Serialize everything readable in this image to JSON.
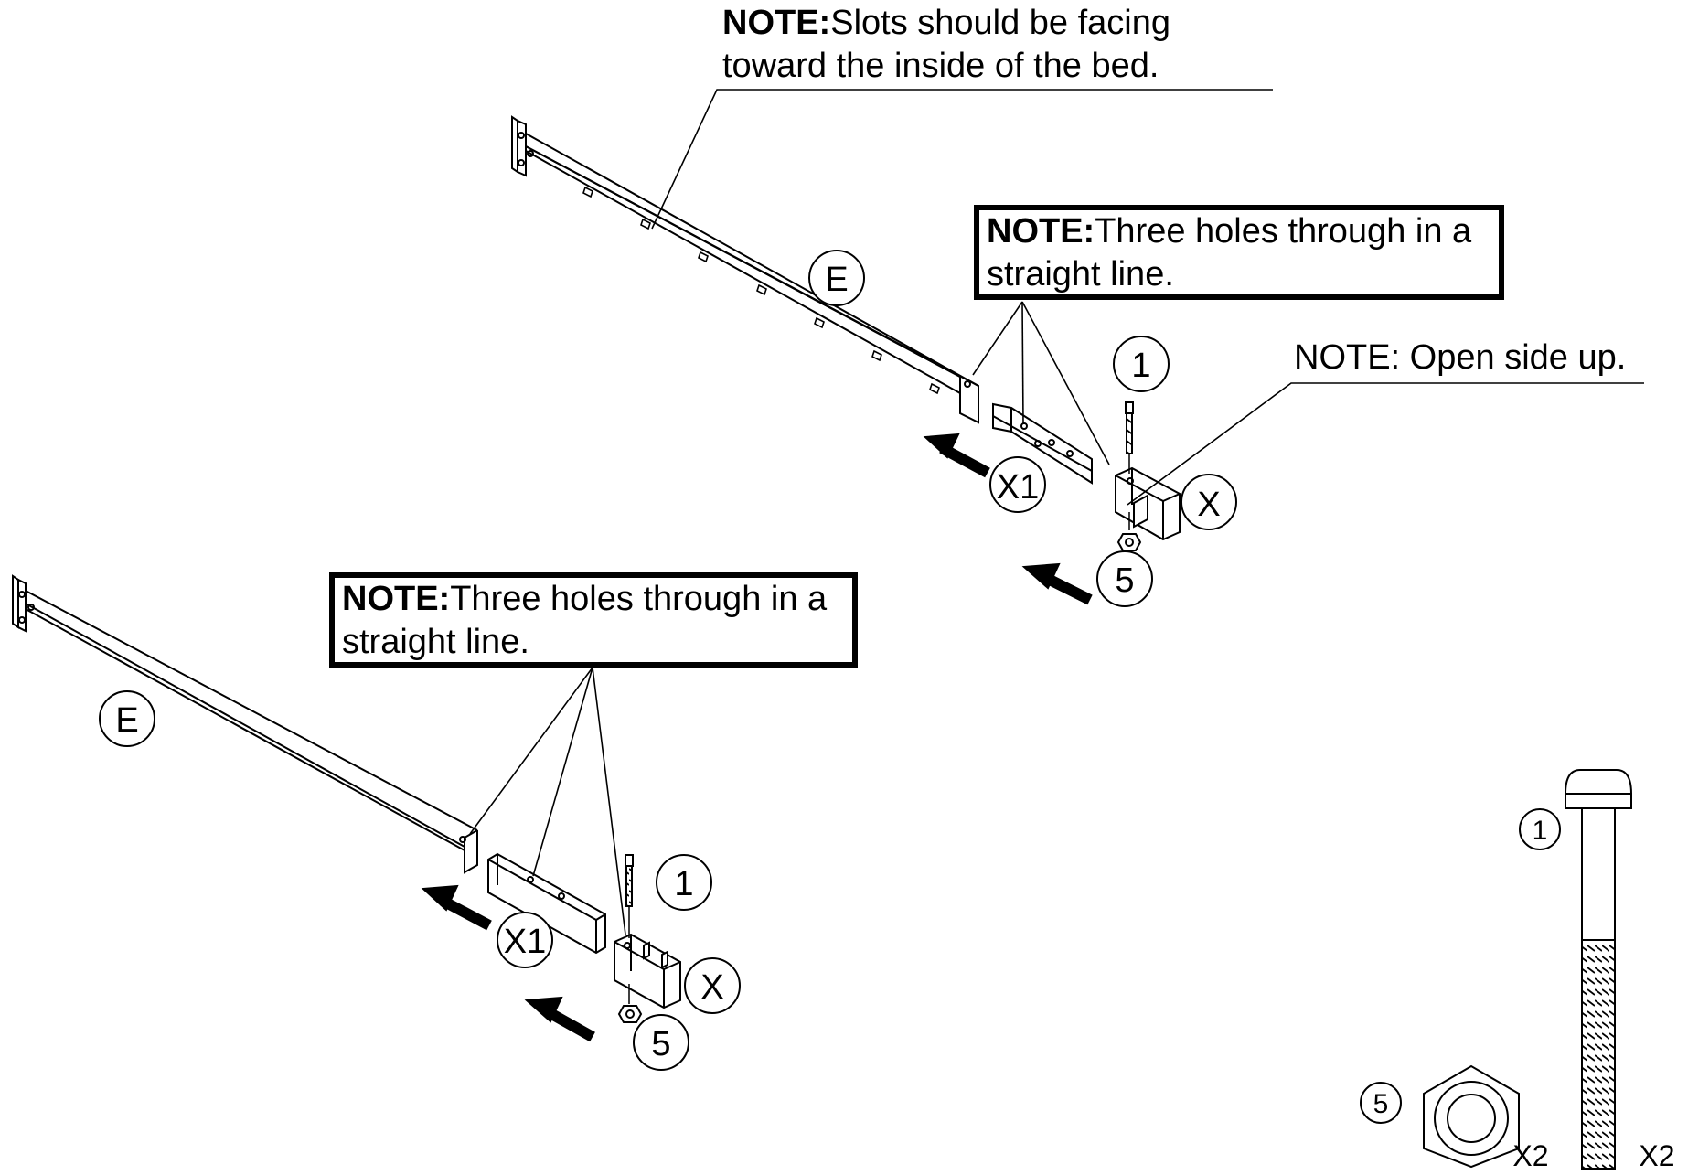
{
  "notes": {
    "slots": {
      "bold": "NOTE:",
      "line1": "Slots should be facing",
      "line2": "toward the inside of the bed."
    },
    "three_holes_top": {
      "bold": "NOTE:",
      "line1": "Three holes through in a",
      "line2": "straight line."
    },
    "three_holes_bottom": {
      "bold": "NOTE:",
      "line1": "Three holes through in a",
      "line2": "straight line."
    },
    "open_side": {
      "text": "NOTE: Open side up."
    }
  },
  "callouts": {
    "top": {
      "rail": "E",
      "splice": "X1",
      "bracket": "X",
      "bolt": "1",
      "nut": "5"
    },
    "bottom": {
      "rail": "E",
      "splice": "X1",
      "bracket": "X",
      "bolt": "1",
      "nut": "5"
    }
  },
  "hardware": {
    "bolt": {
      "callout": "1",
      "qty": "X2"
    },
    "nut": {
      "callout": "5",
      "qty": "X2"
    }
  }
}
